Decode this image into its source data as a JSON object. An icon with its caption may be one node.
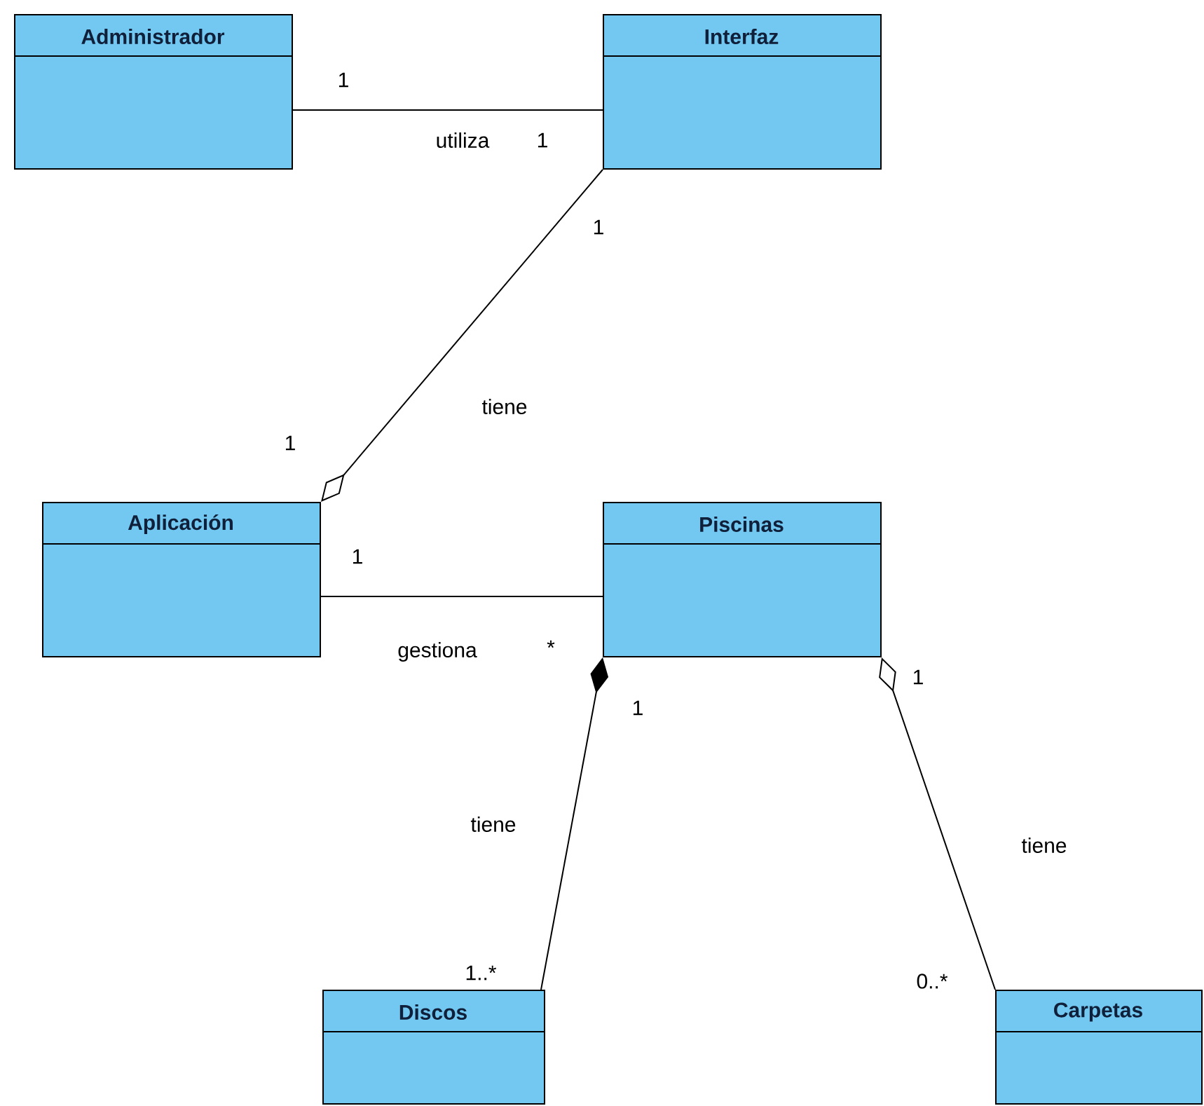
{
  "diagram": {
    "nodes": [
      {
        "text": [
          "Administrador"
        ]
      },
      {
        "text": [
          "Interfaz"
        ]
      },
      {
        "text": [
          "Aplicación"
        ]
      },
      {
        "text": [
          "Piscinas"
        ]
      },
      {
        "text": [
          "Discos"
        ]
      },
      {
        "text": [
          "Carpetas"
        ]
      }
    ],
    "edges": [
      {
        "from": 0,
        "to": 1,
        "arrow": "none",
        "label": "utiliza"
      },
      {
        "from": 2,
        "to": 1,
        "arrow": "other",
        "label": "tiene"
      },
      {
        "from": 2,
        "to": 3,
        "arrow": "none",
        "label": "gestiona"
      },
      {
        "from": 3,
        "to": 4,
        "arrow": "other",
        "label": "tiene"
      },
      {
        "from": 3,
        "to": 5,
        "arrow": "other",
        "label": "tiene"
      }
    ],
    "labels": [
      "1",
      "1",
      "1",
      "1",
      "1",
      "*",
      "1",
      "1",
      "1..*",
      "0..*"
    ]
  }
}
